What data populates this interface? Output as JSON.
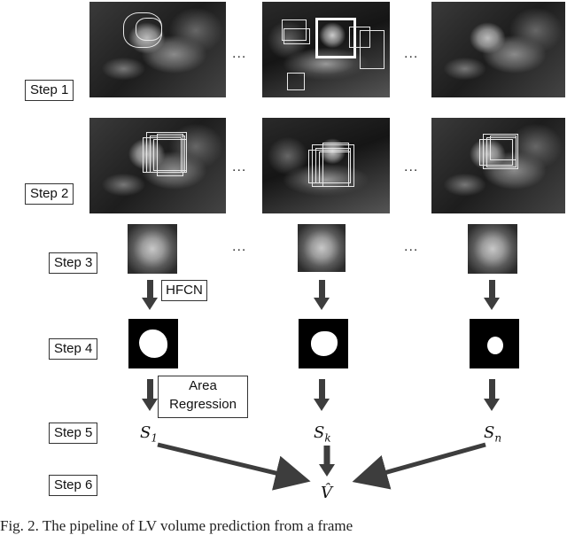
{
  "steps": [
    "Step 1",
    "Step 2",
    "Step 3",
    "Step 4",
    "Step 5",
    "Step 6"
  ],
  "ellipsis": "...",
  "method_hfcn": "HFCN",
  "method_area_line1": "Area",
  "method_area_line2": "Regression",
  "symbols": {
    "s1_base": "S",
    "s1_sub": "1",
    "sk_base": "S",
    "sk_sub": "k",
    "sn_base": "S",
    "sn_sub": "n",
    "v": "V̂"
  },
  "caption": "Fig. 2. The pipeline of LV volume prediction from a frame"
}
